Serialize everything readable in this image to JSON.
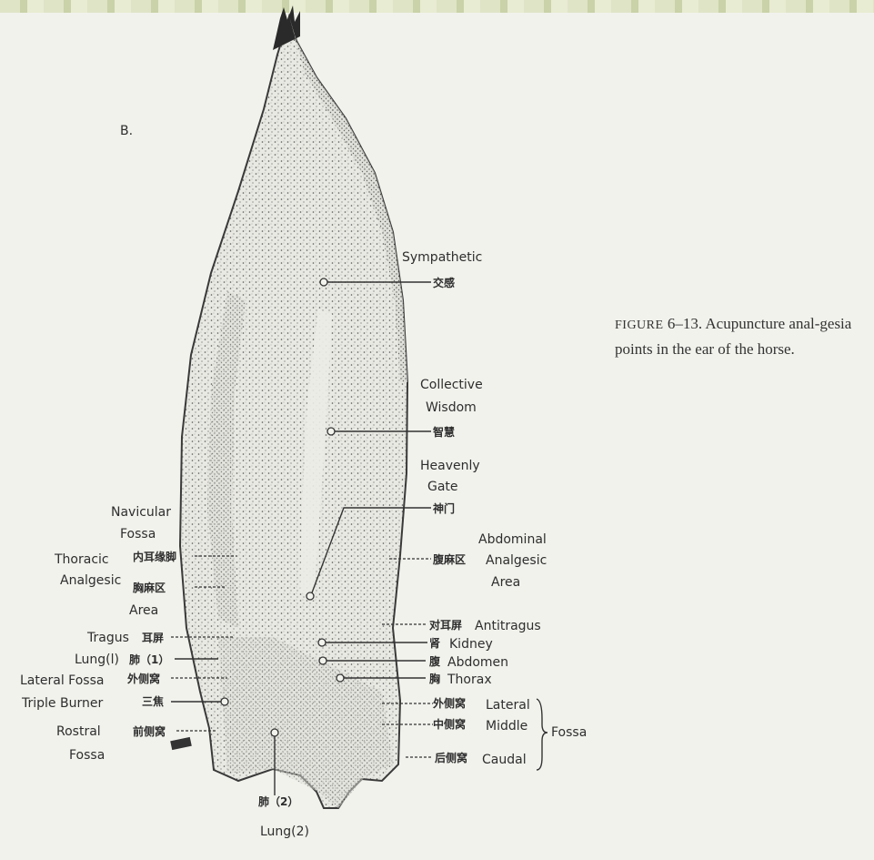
{
  "panel_label": "B.",
  "caption": {
    "figure_word": "FIGURE",
    "text": "6–13. Acupuncture anal-gesia points in the ear of the horse."
  },
  "labels": {
    "sympathetic": "Sympathetic",
    "sympathetic_cn": "交感",
    "collective": "Collective",
    "wisdom": "Wisdom",
    "wisdom_cn": "智慧",
    "heavenly": "Heavenly",
    "gate": "Gate",
    "gate_cn": "神门",
    "navicular": "Navicular",
    "fossa": "Fossa",
    "navicular_cn": "内耳缘脚",
    "thoracic": "Thoracic",
    "analgesic": "Analgesic",
    "area": "Area",
    "thoracic_cn": "胸麻区",
    "abdominal": "Abdominal",
    "abd_analgesic": "Analgesic",
    "abd_area": "Area",
    "abdominal_cn": "腹麻区",
    "antitragus_cn": "对耳屏",
    "antitragus": "Antitragus",
    "tragus": "Tragus",
    "tragus_cn": "耳屏",
    "lung1": "Lung(l)",
    "lung1_cn": "肺（1）",
    "kidney_cn": "肾",
    "kidney": "Kidney",
    "abdomen_cn": "腹",
    "abdomen": "Abdomen",
    "lateral_fossa": "Lateral Fossa",
    "lateral_fossa_cn": "外侧窝",
    "thorax_cn": "胸",
    "thorax": "Thorax",
    "triple_burner": "Triple Burner",
    "triple_burner_cn": "三焦",
    "lateral": "Lateral",
    "lateral_cn": "外侧窝",
    "rostral": "Rostral",
    "rostral_fossa": "Fossa",
    "rostral_cn": "前侧窝",
    "middle": "Middle",
    "middle_cn": "中侧窝",
    "fossa_group": "Fossa",
    "caudal": "Caudal",
    "caudal_cn": "后侧窝",
    "lung2_cn": "肺（2）",
    "lung2": "Lung(2)"
  }
}
